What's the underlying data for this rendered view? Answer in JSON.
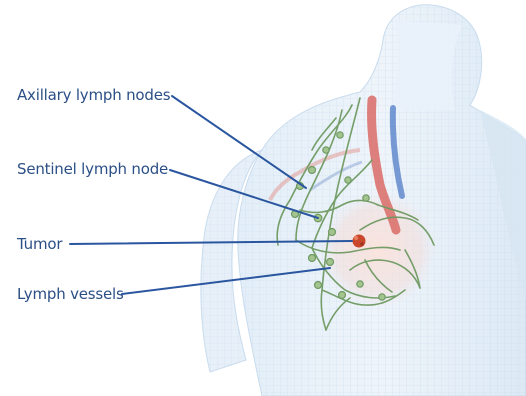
{
  "labels": {
    "axillary": "Axillary lymph nodes",
    "sentinel": "Sentinel lymph node",
    "tumor": "Tumor",
    "vessels": "Lymph vessels"
  },
  "colors": {
    "leader_line": "#2a56a0",
    "label_text": "#2b4f86",
    "lymph_vessel": "#6f9a62",
    "lymph_node": "#7ea86b",
    "tumor": "#c9472a",
    "artery": "#d96b66",
    "vein": "#4f7bc7",
    "body_shade": "#d8e7f3"
  }
}
